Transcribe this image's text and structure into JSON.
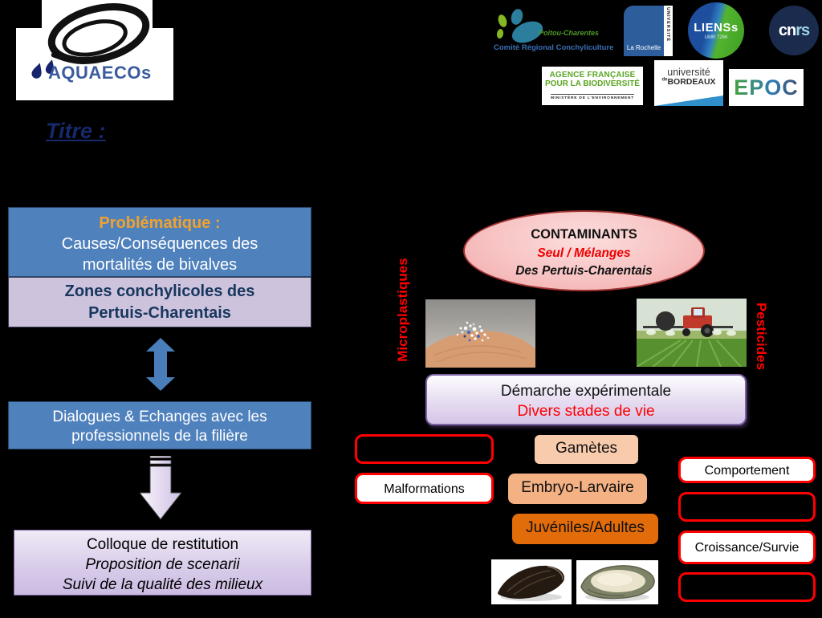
{
  "logo": {
    "title": "AQUAECOs"
  },
  "titre_label": "Titre :",
  "partners": {
    "crc": {
      "script_line": "Poitou-Charentes",
      "name_line": "Comité Régional Conchyliculture"
    },
    "la_rochelle": {
      "city": "La Rochelle",
      "vertical": "UNIVERSITÉ"
    },
    "lienss": {
      "name": "LIENSs",
      "umr": "UMR 7266"
    },
    "cnrs": {
      "part1": "cn",
      "part2": "rs"
    },
    "afb": {
      "line1": "AGENCE FRANÇAISE",
      "line2": "POUR LA BIODIVERSITÉ",
      "line3": "MINISTÈRE DE L'ENVIRONNEMENT"
    },
    "bordeaux": {
      "line1": "université",
      "de": "de",
      "line2": "BORDEAUX"
    },
    "epoc": {
      "name": "EPOC"
    }
  },
  "left_flow": {
    "problematique": {
      "title": "Problématique :",
      "line1": "Causes/Conséquences des",
      "line2": "mortalités de bivalves"
    },
    "zones": {
      "line1": "Zones conchylicoles des",
      "line2": "Pertuis-Charentais"
    },
    "dialogues": {
      "line1": "Dialogues & Echanges avec les",
      "line2": "professionnels de la filière"
    },
    "colloque": {
      "line1": "Colloque de restitution",
      "line2": "Proposition de scenarii",
      "line3": "Suivi de la qualité des milieux"
    }
  },
  "contaminants": {
    "title": "CONTAMINANTS",
    "line2": "Seul / Mélanges",
    "line3": "Des Pertuis-Charentais"
  },
  "vertical_labels": {
    "left": "Microplastiques",
    "right": "Pesticides"
  },
  "demarche": {
    "line1": "Démarche expérimentale",
    "line2": "Divers stades de vie"
  },
  "stages": [
    {
      "label": "Gamètes"
    },
    {
      "label": "Embryo-Larvaire"
    },
    {
      "label": "Juvéniles/Adultes"
    }
  ],
  "endpoints": {
    "malformations": "Malformations",
    "comportement": "Comportement",
    "croissance": "Croissance/Survie"
  },
  "images": {
    "left_photo": "microplastics-on-fingertip",
    "right_photo": "tractor-spraying-pesticides",
    "bottom_left_photo": "mussel",
    "bottom_right_photo": "oyster"
  },
  "colors": {
    "background": "#000000",
    "flow_blue": "#4f81bd",
    "flow_purple": "#cec3dd",
    "problematique_title": "#f0a22e",
    "accent_red": "#ff0000",
    "ellipse_fill": "#f6baba",
    "ellipse_border": "#a23333",
    "stage_gametes": "#f8cbad",
    "stage_embryo": "#f4b183",
    "stage_juveniles": "#e26b0a",
    "demarche_border": "#7e63a5",
    "logo_blue": "#3b5b9e"
  }
}
